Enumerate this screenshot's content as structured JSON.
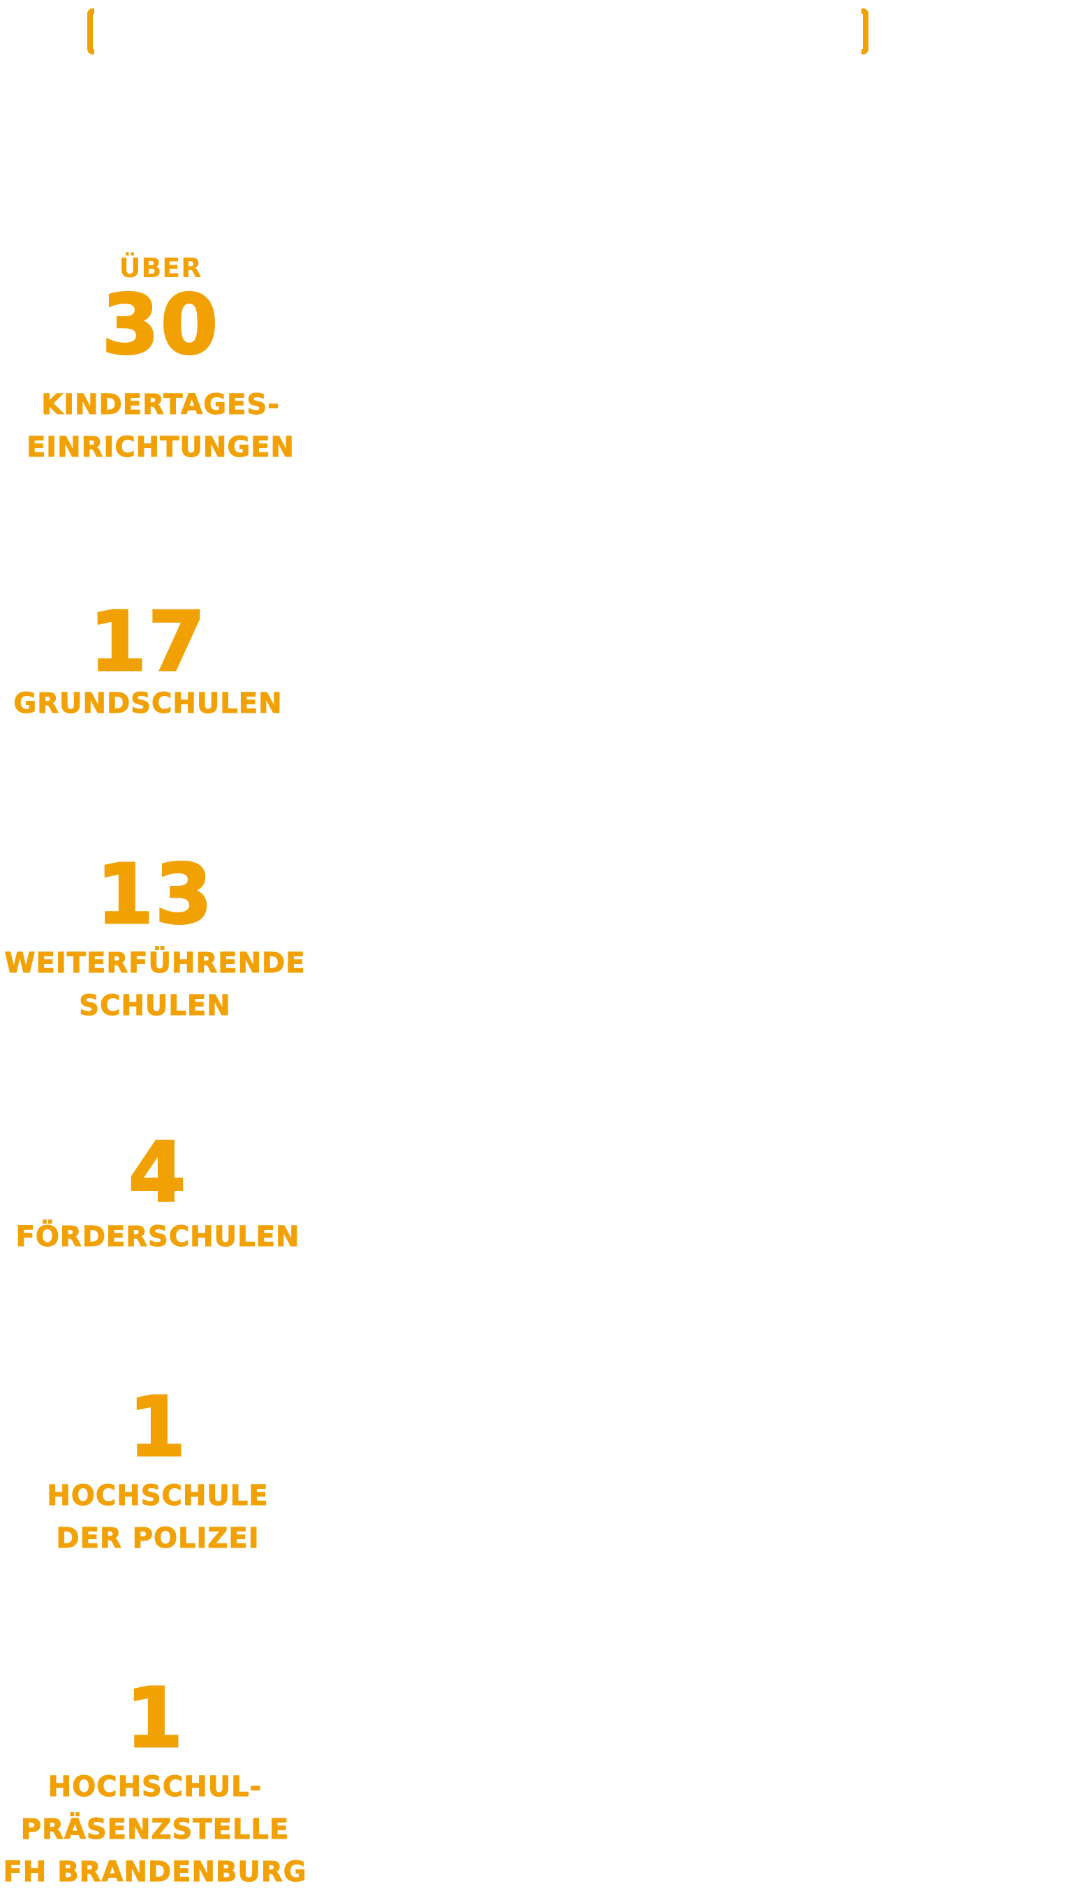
{
  "brand": {
    "accent_color": "#f2a104",
    "background_color": "#ffffff"
  },
  "header": {
    "left_bracket": "left-bracket-icon",
    "right_bracket": "right-bracket-icon"
  },
  "stats": [
    {
      "prefix": "ÜBER",
      "number": "30",
      "label": "KINDERTAGES-\nEINRICHTUNGEN"
    },
    {
      "prefix": "",
      "number": "17",
      "label": "GRUNDSCHULEN"
    },
    {
      "prefix": "",
      "number": "13",
      "label": "WEITERFÜHRENDE\nSCHULEN"
    },
    {
      "prefix": "",
      "number": "4",
      "label": "FÖRDERSCHULEN"
    },
    {
      "prefix": "",
      "number": "1",
      "label": "HOCHSCHULE\nDER POLIZEI"
    },
    {
      "prefix": "",
      "number": "1",
      "label": "HOCHSCHUL-\nPRÄSENZSTELLE\nFH BRANDENBURG"
    }
  ]
}
